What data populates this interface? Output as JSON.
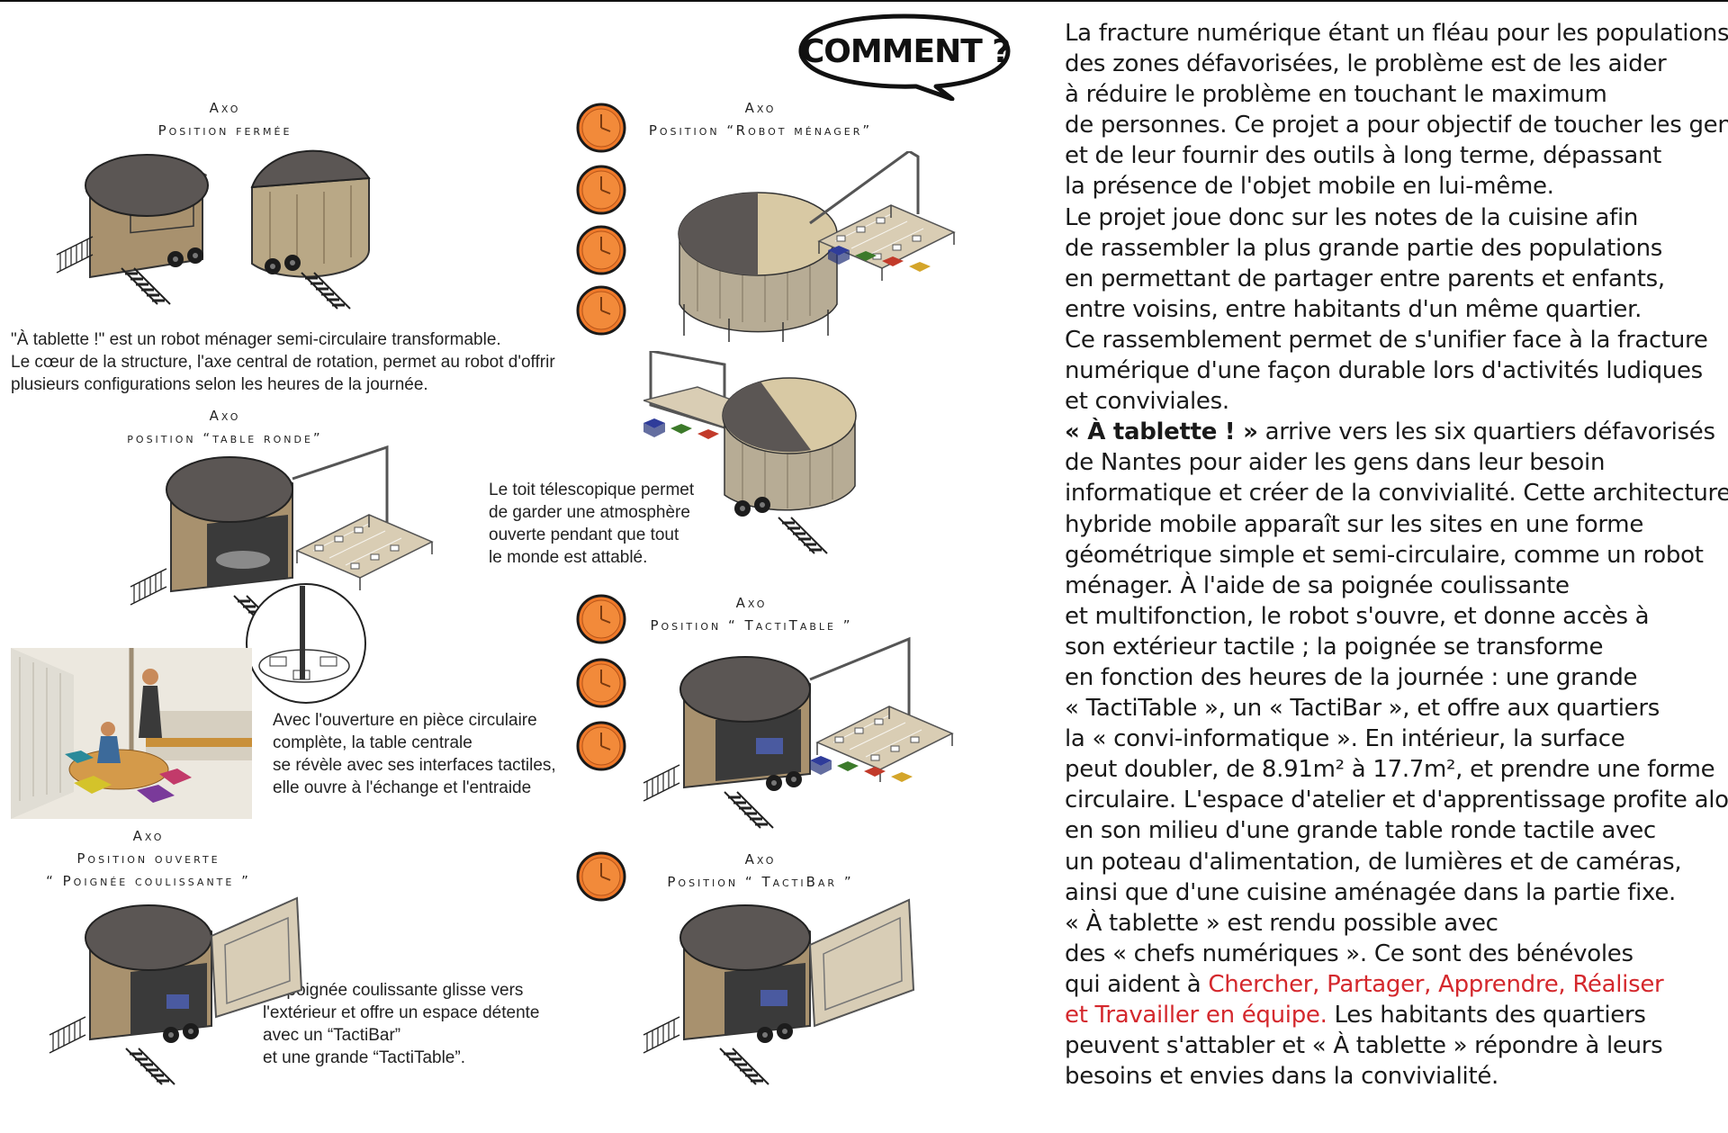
{
  "bubble": {
    "title": "COMMENT ?"
  },
  "captions": {
    "closed": [
      "Axo",
      "Position fermée"
    ],
    "robot": [
      "Axo",
      "Position “Robot ménager”"
    ],
    "round": [
      "Axo",
      "position “table ronde”"
    ],
    "tactitable": [
      "Axo",
      "Position “ TactiTable ”"
    ],
    "open": [
      "Axo",
      "Position ouverte",
      "“ Poignée coulissante ”"
    ],
    "tactibar": [
      "Axo",
      "Position “ TactiBar ”"
    ]
  },
  "notes": {
    "intro": [
      "\"À tablette !\" est un robot ménager semi-circulaire transformable.",
      "Le cœur de la structure, l'axe central de rotation, permet au robot d'offrir",
      " plusieurs configurations selon les heures de la journée."
    ],
    "roof": [
      "Le toit télescopique permet",
      "de garder une atmosphère",
      "ouverte pendant que tout",
      "le monde est attablé."
    ],
    "circular": [
      "Avec l'ouverture en pièce circulaire",
      " complète, la table centrale",
      "se révèle avec ses interfaces tactiles,",
      "elle ouvre à l'échange et l'entraide"
    ],
    "handle": [
      "La poignée coulissante glisse vers",
      "l'extérieur et offre un espace détente",
      "avec un “TactiBar”",
      "et une grande “TactiTable”."
    ]
  },
  "article": {
    "lines": [
      "La fracture numérique étant un fléau pour les populations",
      "des zones défavorisées, le problème est de les aider",
      "à réduire le problème en touchant le maximum",
      "de personnes. Ce projet a pour objectif de toucher les gens",
      "et de leur fournir des outils à long terme, dépassant",
      "la présence de l'objet mobile en lui-même.",
      "Le projet joue donc sur les notes de la cuisine afin",
      "de rassembler la plus grande partie des populations",
      "en permettant de partager entre parents et enfants,",
      "entre voisins, entre habitants d'un même quartier.",
      "Ce rassemblement permet de s'unifier face à la fracture",
      "numérique d'une façon durable lors d'activités ludiques",
      "et conviviales."
    ],
    "bold_lead": "« À tablette ! »",
    "lead_rest": " arrive vers les six quartiers défavorisés",
    "lines2": [
      "de Nantes pour aider les gens dans leur besoin",
      "informatique et créer de la convivialité. Cette architecture",
      "hybride mobile apparaît sur les sites en une forme",
      "géométrique simple et semi-circulaire, comme un robot",
      "ménager. À l'aide de sa poignée coulissante",
      "et multifonction, le robot s'ouvre, et donne accès à",
      "son extérieur tactile ; la poignée se transforme",
      "en fonction des heures de la journée : une grande",
      "« TactiTable », un « TactiBar », et offre aux quartiers",
      "la « convi-informatique ». En intérieur, la surface",
      "peut doubler, de 8.91m² à 17.7m², et prendre une forme",
      "circulaire. L'espace d'atelier et d'apprentissage profite alors",
      "en son milieu d'une grande table ronde tactile avec",
      "un poteau d'alimentation, de lumières et de caméras,",
      "ainsi que d'une cuisine aménagée dans la partie fixe.",
      " « À tablette » est rendu possible avec",
      " des « chefs numériques ». Ce sont des bénévoles"
    ],
    "red_prefix": "qui aident à ",
    "red_1": "Chercher, Partager, Apprendre, Réaliser",
    "red_2": "et Travailler en équipe.",
    "red_after": " Les habitants des quartiers",
    "lines3": [
      "peuvent s'attabler et « À tablette » répondre à leurs",
      "besoins et envies dans la convivialité."
    ]
  },
  "colors": {
    "accent_orange": "#e8732a",
    "accent_red": "#d4282d",
    "roof": "#5b5654",
    "wood": "#a8916e"
  }
}
